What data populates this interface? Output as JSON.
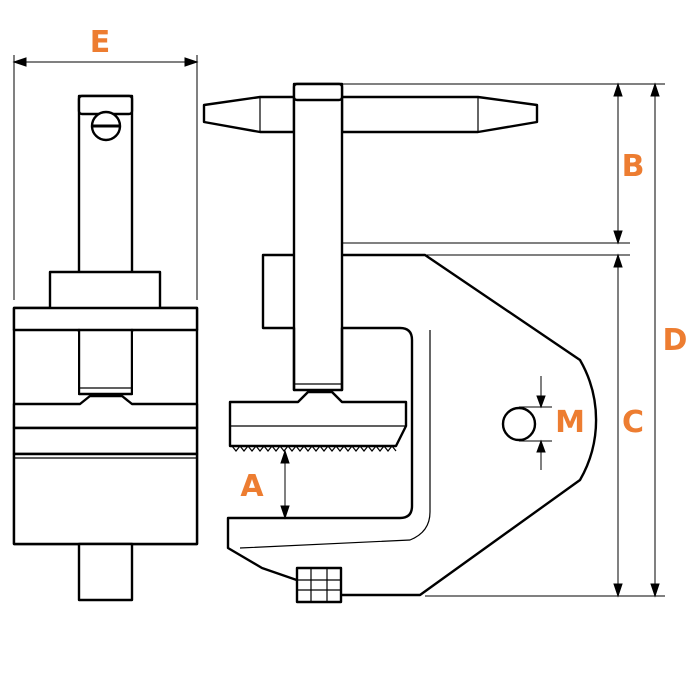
{
  "diagram": {
    "labels": {
      "e": "E",
      "b": "B",
      "d": "D",
      "m": "M",
      "c": "C",
      "a": "A"
    },
    "colors": {
      "label": "#ED7D31",
      "line": "#000000",
      "background": "#FFFFFF"
    }
  }
}
